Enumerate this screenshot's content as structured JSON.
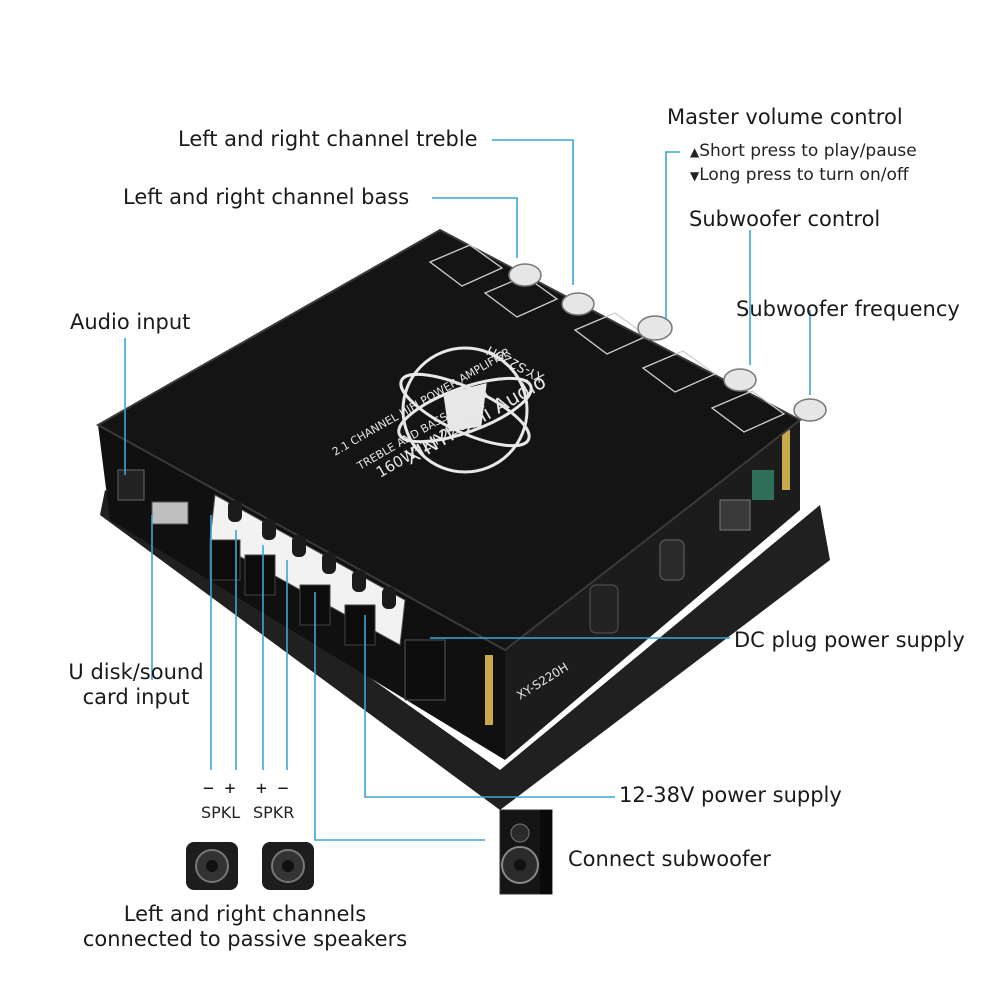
{
  "labels": {
    "treble": "Left and right channel treble",
    "bass": "Left and right channel bass",
    "audio_input": "Audio input",
    "master_volume": "Master volume control",
    "short_press": "Short press to play/pause",
    "long_press": "Long press to turn on/off",
    "subwoofer_control": "Subwoofer control",
    "subwoofer_frequency": "Subwoofer frequency",
    "udisk_line1": "U disk/sound",
    "udisk_line2": "card input",
    "dc_plug": "DC plug power supply",
    "power_12_38": "12-38V power supply",
    "connect_subwoofer": "Connect subwoofer",
    "passive_line1": "Left and right channels",
    "passive_line2": "connected to passive speakers"
  },
  "speaker_terminals": {
    "spkl_signs": "− +",
    "spkr_signs": "+ −",
    "spkl": "SPKL",
    "spkr": "SPKR"
  },
  "board": {
    "brand": "XINYI Sini Audio",
    "power_rating": "160W*2+220W",
    "desc1": "TREBLE AND BASS TUNING",
    "desc2": "2.1 CHANNEL HIFI POWER AMPLIFIER",
    "model": "XY-S220H",
    "model_side": "XY-S220H"
  },
  "colors": {
    "leader_line": "#3aa7d6",
    "board_black": "#141414",
    "pcb_edge": "#2b2b2b",
    "gold": "#c9a94a"
  }
}
